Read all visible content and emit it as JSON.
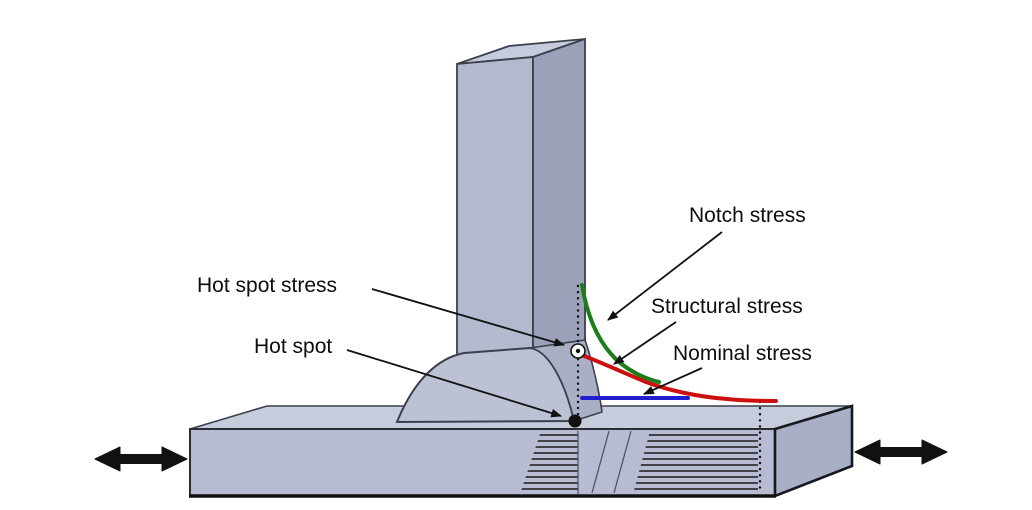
{
  "diagram": {
    "labels": {
      "notch_stress": "Notch stress",
      "structural_stress": "Structural stress",
      "nominal_stress": "Nominal stress",
      "hot_spot_stress": "Hot spot stress",
      "hot_spot": "Hot spot"
    },
    "colors": {
      "notch_curve": "#1b7e1b",
      "structural_curve": "#cc1010",
      "nominal_line": "#1f1fd0",
      "marker_color": "#111111"
    }
  }
}
